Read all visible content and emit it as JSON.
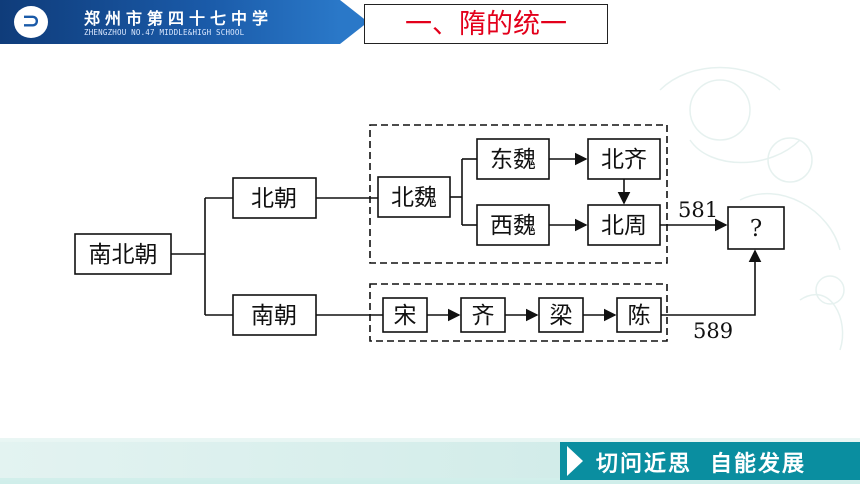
{
  "header": {
    "school_name": "郑州市第四十七中学",
    "school_name_en": "ZHENGZHOU NO.47 MIDDLE&HIGH SCHOOL",
    "section_title": "一、隋的统一",
    "logo_icon": "school-logo-icon"
  },
  "diagram": {
    "root": "南北朝",
    "north": "北朝",
    "south": "南朝",
    "north_wei": "北魏",
    "east_wei": "东魏",
    "west_wei": "西魏",
    "north_qi": "北齐",
    "north_zhou": "北周",
    "southern_dynasties": [
      "宋",
      "齐",
      "梁",
      "陈"
    ],
    "result": "?",
    "year_north": "581",
    "year_south": "589"
  },
  "footer": {
    "left_label": "切问近思",
    "right_label": "自能发展"
  },
  "colors": {
    "title_red": "#e3001b",
    "header_blue": "#1a5aa8",
    "footer_teal": "#0a8ea0"
  }
}
